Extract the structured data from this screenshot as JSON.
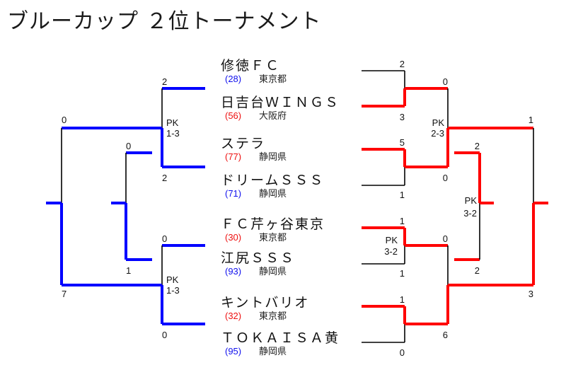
{
  "title": "ブルーカップ ２位トーナメント",
  "colors": {
    "left_winner": "#0000ff",
    "right_winner": "#ff0000",
    "loser": "#000000",
    "seed_blue": "#1010ee",
    "seed_red": "#ee1010"
  },
  "teams": [
    {
      "name": "修徳ＦＣ",
      "seed": "(28)",
      "seed_color": "blue",
      "prefecture": "東京都"
    },
    {
      "name": "日吉台ＷＩＮＧＳ",
      "seed": "(56)",
      "seed_color": "red",
      "prefecture": "大阪府"
    },
    {
      "name": "ステラ",
      "seed": "(77)",
      "seed_color": "red",
      "prefecture": "静岡県"
    },
    {
      "name": "ドリームＳＳＳ",
      "seed": "(71)",
      "seed_color": "blue",
      "prefecture": "静岡県"
    },
    {
      "name": "ＦＣ芹ヶ谷東京",
      "seed": "(30)",
      "seed_color": "red",
      "prefecture": "東京都"
    },
    {
      "name": "江尻ＳＳＳ",
      "seed": "(93)",
      "seed_color": "blue",
      "prefecture": "静岡県"
    },
    {
      "name": "キントバリオ",
      "seed": "(32)",
      "seed_color": "red",
      "prefecture": "東京都"
    },
    {
      "name": "ＴＯＫＡＩＳＡ黄",
      "seed": "(95)",
      "seed_color": "blue",
      "prefecture": "静岡県"
    }
  ],
  "left_bracket": {
    "r1": [
      {
        "top_score": "2",
        "bottom_score": "2",
        "pk": "PK",
        "pk_score": "1-3"
      },
      {
        "top_score": "0",
        "bottom_score": "0",
        "pk": "PK",
        "pk_score": "1-3"
      }
    ],
    "r2": {
      "top_score": "0",
      "bottom_score": "7"
    },
    "r2_alt": {
      "top_score": "0",
      "bottom_score": "1"
    }
  },
  "right_bracket": {
    "r1": [
      {
        "top_score": "2",
        "bottom_score": "3"
      },
      {
        "top_score": "5",
        "bottom_score": "1"
      },
      {
        "top_score": "1",
        "bottom_score": "1",
        "pk": "PK",
        "pk_score": "3-2"
      },
      {
        "top_score": "1",
        "bottom_score": "0"
      }
    ],
    "r2": [
      {
        "top_score": "0",
        "bottom_score": "0",
        "pk": "PK",
        "pk_score": "2-3"
      },
      {
        "top_score": "0",
        "bottom_score": "6"
      }
    ],
    "r3_alt": {
      "top_score": "2",
      "bottom_score": "2",
      "pk": "PK",
      "pk_score": "3-2"
    },
    "r3": {
      "top_score": "1",
      "bottom_score": "3"
    }
  }
}
